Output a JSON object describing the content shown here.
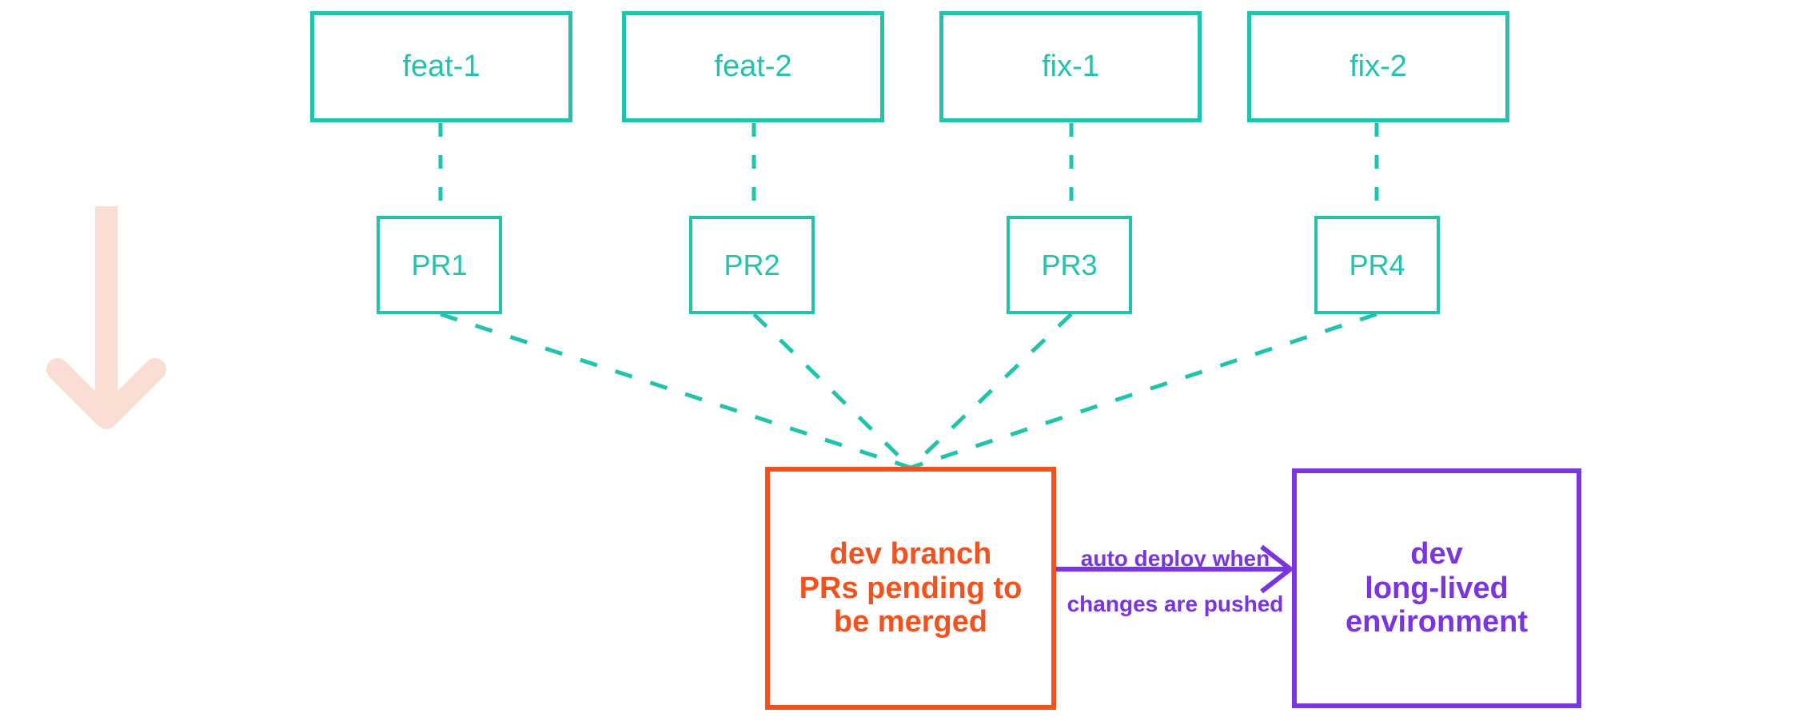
{
  "diagram": {
    "title": "dev branch PR flow",
    "colors": {
      "teal": "#20C4AD",
      "orange": "#F4511E",
      "purple": "#7B35E0",
      "pale_pink": "#FBDED3",
      "background": "#FFFFFF"
    },
    "feature_branches": [
      {
        "label": "feat-1"
      },
      {
        "label": "feat-2"
      },
      {
        "label": "fix-1"
      },
      {
        "label": "fix-2"
      }
    ],
    "pull_requests": [
      {
        "label": "PR1"
      },
      {
        "label": "PR2"
      },
      {
        "label": "PR3"
      },
      {
        "label": "PR4"
      }
    ],
    "dev_branch": {
      "title_strong": "dev",
      "title_rest": " branch",
      "detail_line_1": "PRs pending to",
      "detail_line_2": "be merged"
    },
    "dev_environment": {
      "title_strong": "dev",
      "detail_line_1": "long-lived",
      "detail_line_2": "environment"
    },
    "deploy_edge": {
      "label_above": "auto deploy when",
      "label_below": "changes are pushed"
    },
    "flow_arrow": {
      "name": "downward-flow-arrow",
      "direction": "down"
    }
  }
}
